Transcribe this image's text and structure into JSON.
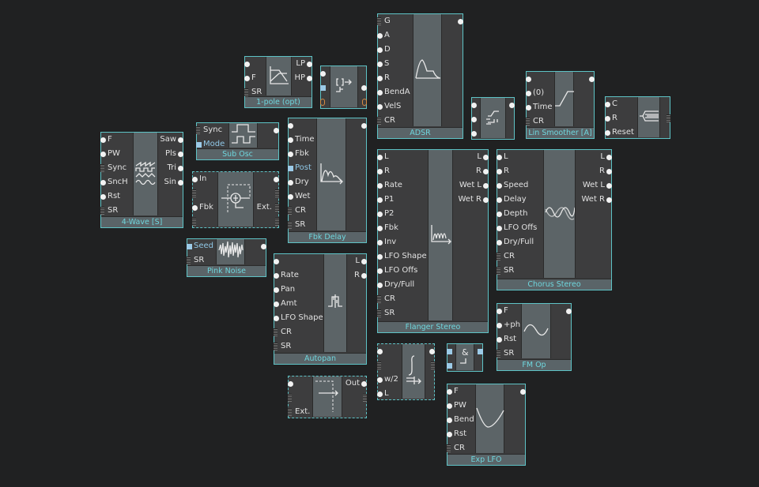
{
  "colors": {
    "background": "#202122",
    "border": "#5ec3c6",
    "title_text": "#6fd6dd"
  },
  "modules": [
    {
      "id": "fourwave",
      "title": "4-Wave [S]",
      "icon": "four-wave-icon",
      "inputs": [
        {
          "label": "F",
          "type": "dot"
        },
        {
          "label": "PW",
          "type": "dot"
        },
        {
          "label": "Sync",
          "type": "stripe"
        },
        {
          "label": "SncH",
          "type": "dot"
        },
        {
          "label": "Rst",
          "type": "dot"
        },
        {
          "label": "SR",
          "type": "stripe"
        }
      ],
      "outputs": [
        {
          "label": "Saw",
          "type": "dot"
        },
        {
          "label": "Pls",
          "type": "dot"
        },
        {
          "label": "Tri",
          "type": "dot"
        },
        {
          "label": "Sin",
          "type": "dot"
        }
      ]
    },
    {
      "id": "onepole",
      "title": "1-pole (opt)",
      "icon": "filter-icon",
      "inputs": [
        {
          "label": "",
          "type": "dot"
        },
        {
          "label": "F",
          "type": "dot"
        },
        {
          "label": "SR",
          "type": "stripe"
        }
      ],
      "outputs": [
        {
          "label": "LP",
          "type": "dot"
        },
        {
          "label": "HP",
          "type": "dot"
        }
      ]
    },
    {
      "id": "sendmod",
      "title": "",
      "icon": "send-icon",
      "inputs": [
        {
          "label": "",
          "type": "dot"
        },
        {
          "label": "",
          "type": "square"
        },
        {
          "label": "",
          "type": "orange"
        }
      ],
      "outputs": [
        {
          "label": "",
          "type": "none"
        },
        {
          "label": "",
          "type": "dot"
        },
        {
          "label": "",
          "type": "orange"
        }
      ]
    },
    {
      "id": "subosc",
      "title": "Sub Osc",
      "icon": "square-wave-icon",
      "inputs": [
        {
          "label": "Sync",
          "type": "stripe"
        },
        {
          "label": "Mode",
          "type": "square"
        }
      ],
      "outputs": [
        {
          "label": "",
          "type": "dot"
        }
      ]
    },
    {
      "id": "feedback",
      "title": "",
      "icon": "feedback-sum-icon",
      "inputs": [
        {
          "label": "In",
          "type": "dot"
        },
        {
          "label": "",
          "type": "stripe"
        },
        {
          "label": "Fbk",
          "type": "dot"
        },
        {
          "label": "",
          "type": "stripe"
        }
      ],
      "outputs": [
        {
          "label": "",
          "type": "dot"
        },
        {
          "label": "",
          "type": "stripe"
        },
        {
          "label": "Ext.",
          "type": "stripe"
        },
        {
          "label": "",
          "type": "stripe"
        }
      ]
    },
    {
      "id": "pinknoise",
      "title": "Pink Noise",
      "icon": "noise-icon",
      "inputs": [
        {
          "label": "Seed",
          "type": "square"
        },
        {
          "label": "SR",
          "type": "stripe"
        }
      ],
      "outputs": [
        {
          "label": "",
          "type": "dot"
        }
      ]
    },
    {
      "id": "fbkdelay",
      "title": "Fbk Delay",
      "icon": "delay-icon",
      "inputs": [
        {
          "label": "",
          "type": "dot"
        },
        {
          "label": "Time",
          "type": "dot"
        },
        {
          "label": "Fbk",
          "type": "dot"
        },
        {
          "label": "Post",
          "type": "square"
        },
        {
          "label": "Dry",
          "type": "dot"
        },
        {
          "label": "Wet",
          "type": "dot"
        },
        {
          "label": "CR",
          "type": "stripe"
        },
        {
          "label": "SR",
          "type": "stripe"
        }
      ],
      "outputs": [
        {
          "label": "",
          "type": "dot"
        }
      ]
    },
    {
      "id": "autopan",
      "title": "Autopan",
      "icon": "autopan-icon",
      "inputs": [
        {
          "label": "",
          "type": "dot"
        },
        {
          "label": "Rate",
          "type": "dot"
        },
        {
          "label": "Pan",
          "type": "dot"
        },
        {
          "label": "Amt",
          "type": "dot"
        },
        {
          "label": "LFO Shape",
          "type": "dot"
        },
        {
          "label": "CR",
          "type": "stripe"
        },
        {
          "label": "SR",
          "type": "stripe"
        }
      ],
      "outputs": [
        {
          "label": "L",
          "type": "dot"
        },
        {
          "label": "R",
          "type": "dot"
        }
      ]
    },
    {
      "id": "extout",
      "title": "",
      "icon": "feedback-out-icon",
      "inputs": [
        {
          "label": "",
          "type": "dot"
        },
        {
          "label": "",
          "type": "stripe"
        },
        {
          "label": "Ext.",
          "type": "stripe"
        }
      ],
      "outputs": [
        {
          "label": "Out",
          "type": "dot"
        },
        {
          "label": "",
          "type": "stripe"
        }
      ]
    },
    {
      "id": "adsr",
      "title": "ADSR",
      "icon": "envelope-icon",
      "inputs": [
        {
          "label": "G",
          "type": "stripe"
        },
        {
          "label": "A",
          "type": "dot"
        },
        {
          "label": "D",
          "type": "dot"
        },
        {
          "label": "S",
          "type": "dot"
        },
        {
          "label": "R",
          "type": "dot"
        },
        {
          "label": "BendA",
          "type": "dot"
        },
        {
          "label": "VelS",
          "type": "dot"
        },
        {
          "label": "CR",
          "type": "stripe"
        }
      ],
      "outputs": [
        {
          "label": "",
          "type": "dot"
        }
      ]
    },
    {
      "id": "stepmod",
      "title": "",
      "icon": "step-icon",
      "inputs": [
        {
          "label": "",
          "type": "dot"
        },
        {
          "label": "",
          "type": "dot"
        },
        {
          "label": "",
          "type": "dot"
        }
      ],
      "outputs": [
        {
          "label": "",
          "type": "dot"
        }
      ]
    },
    {
      "id": "linsmooth",
      "title": "Lin Smoother [A]",
      "icon": "ramp-icon",
      "inputs": [
        {
          "label": "",
          "type": "dot"
        },
        {
          "label": "(0)",
          "type": "dot"
        },
        {
          "label": "Time",
          "type": "dot"
        },
        {
          "label": "CR",
          "type": "stripe"
        }
      ],
      "outputs": [
        {
          "label": "",
          "type": "dot"
        }
      ]
    },
    {
      "id": "splitter",
      "title": "",
      "icon": "splitter-icon",
      "inputs": [
        {
          "label": "C",
          "type": "dot"
        },
        {
          "label": "R",
          "type": "dot"
        },
        {
          "label": "Reset",
          "type": "dot"
        }
      ],
      "outputs": [
        {
          "label": "",
          "type": "none"
        },
        {
          "label": "",
          "type": "stripe"
        }
      ]
    },
    {
      "id": "flanger",
      "title": "Flanger Stereo",
      "icon": "flanger-icon",
      "inputs": [
        {
          "label": "L",
          "type": "dot"
        },
        {
          "label": "R",
          "type": "dot"
        },
        {
          "label": "Rate",
          "type": "dot"
        },
        {
          "label": "P1",
          "type": "dot"
        },
        {
          "label": "P2",
          "type": "dot"
        },
        {
          "label": "Fbk",
          "type": "dot"
        },
        {
          "label": "Inv",
          "type": "dot"
        },
        {
          "label": "LFO Shape",
          "type": "dot"
        },
        {
          "label": "LFO Offs",
          "type": "dot"
        },
        {
          "label": "Dry/Full",
          "type": "dot"
        },
        {
          "label": "CR",
          "type": "stripe"
        },
        {
          "label": "SR",
          "type": "stripe"
        }
      ],
      "outputs": [
        {
          "label": "L",
          "type": "dot"
        },
        {
          "label": "R",
          "type": "dot"
        },
        {
          "label": "Wet L",
          "type": "dot"
        },
        {
          "label": "Wet R",
          "type": "dot"
        }
      ]
    },
    {
      "id": "chorus",
      "title": "Chorus Stereo",
      "icon": "chorus-icon",
      "inputs": [
        {
          "label": "L",
          "type": "dot"
        },
        {
          "label": "R",
          "type": "dot"
        },
        {
          "label": "Speed",
          "type": "dot"
        },
        {
          "label": "Delay",
          "type": "dot"
        },
        {
          "label": "Depth",
          "type": "dot"
        },
        {
          "label": "LFO Offs",
          "type": "dot"
        },
        {
          "label": "Dry/Full",
          "type": "dot"
        },
        {
          "label": "CR",
          "type": "stripe"
        },
        {
          "label": "SR",
          "type": "stripe"
        }
      ],
      "outputs": [
        {
          "label": "L",
          "type": "dot"
        },
        {
          "label": "R",
          "type": "dot"
        },
        {
          "label": "Wet L",
          "type": "dot"
        },
        {
          "label": "Wet R",
          "type": "dot"
        }
      ]
    },
    {
      "id": "fmop",
      "title": "FM Op",
      "icon": "sine-icon",
      "inputs": [
        {
          "label": "F",
          "type": "dot"
        },
        {
          "label": "+ph",
          "type": "dot"
        },
        {
          "label": "Rst",
          "type": "dot"
        },
        {
          "label": "SR",
          "type": "stripe"
        }
      ],
      "outputs": [
        {
          "label": "",
          "type": "dot"
        }
      ]
    },
    {
      "id": "integrator",
      "title": "",
      "icon": "integrator-icon",
      "inputs": [
        {
          "label": "",
          "type": "dot"
        },
        {
          "label": "",
          "type": "stripe"
        },
        {
          "label": "w/2",
          "type": "dot"
        },
        {
          "label": "L",
          "type": "dot"
        }
      ],
      "outputs": [
        {
          "label": "",
          "type": "dot"
        },
        {
          "label": "",
          "type": "stripe"
        }
      ]
    },
    {
      "id": "andmod",
      "title": "",
      "icon": "and-icon",
      "inputs": [
        {
          "label": "",
          "type": "square"
        },
        {
          "label": "",
          "type": "square"
        }
      ],
      "outputs": [
        {
          "label": "",
          "type": "square"
        }
      ]
    },
    {
      "id": "explfo",
      "title": "Exp LFO",
      "icon": "exp-curve-icon",
      "inputs": [
        {
          "label": "F",
          "type": "dot"
        },
        {
          "label": "PW",
          "type": "dot"
        },
        {
          "label": "Bend",
          "type": "dot"
        },
        {
          "label": "Rst",
          "type": "dot"
        },
        {
          "label": "CR",
          "type": "stripe"
        }
      ],
      "outputs": [
        {
          "label": "",
          "type": "dot"
        }
      ]
    }
  ]
}
